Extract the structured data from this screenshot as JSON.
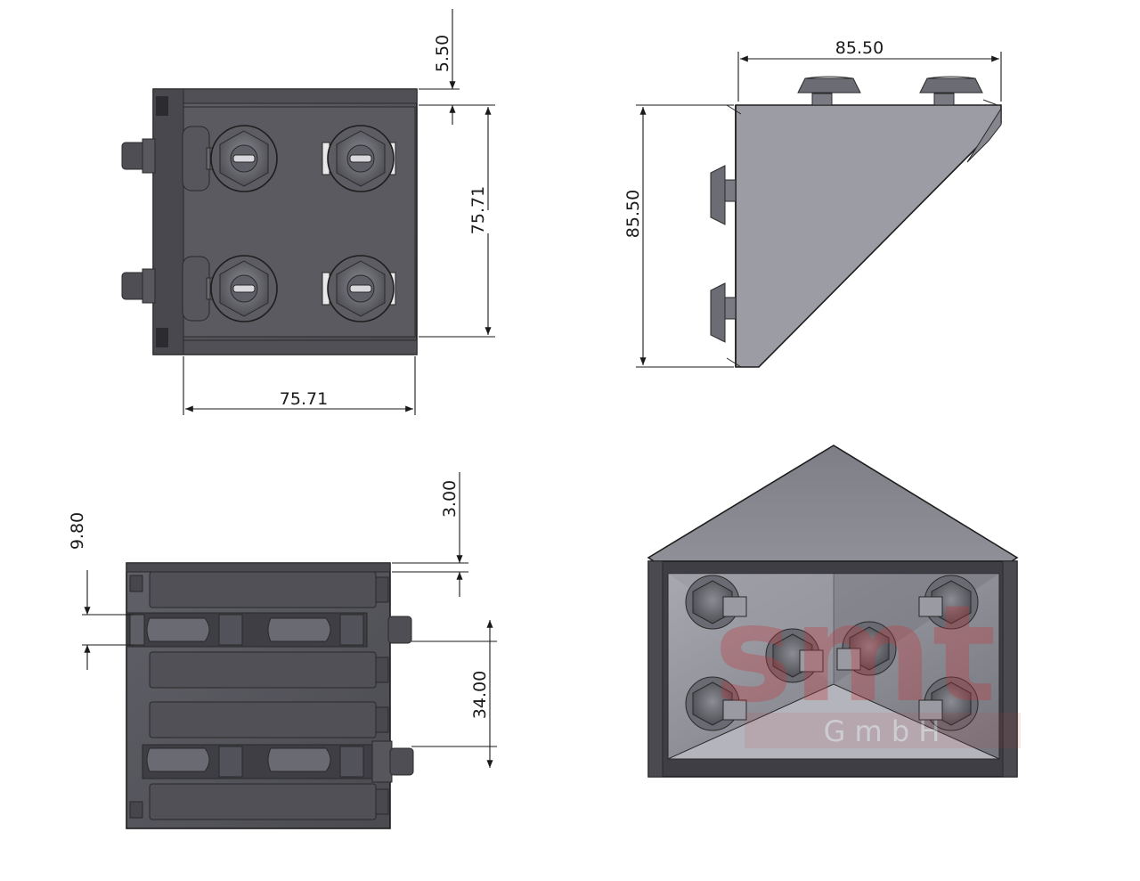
{
  "dimensions": {
    "front_top_gap": "5.50",
    "front_height": "75.71",
    "front_width": "75.71",
    "side_width": "85.50",
    "side_height": "85.50",
    "bottom_top_gap": "3.00",
    "bottom_slot": "9.80",
    "bottom_pitch": "34.00"
  },
  "watermark": {
    "logo": "smt",
    "suffix": "G m b H"
  },
  "colors": {
    "metal": "#56565c",
    "metal_dark": "#3e3e44",
    "metal_light": "#8a8a92",
    "side_face": "#9a9aa2",
    "watermark": "#c0393b"
  }
}
